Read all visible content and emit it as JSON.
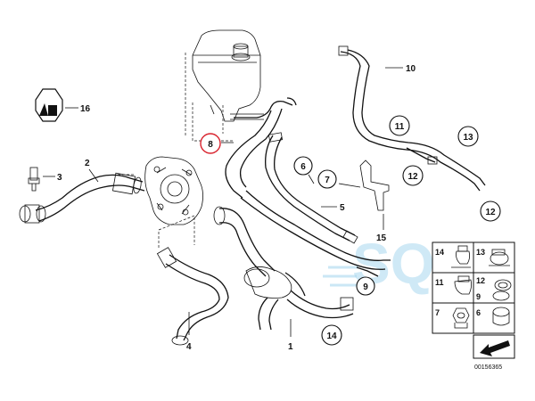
{
  "callouts": {
    "c1": "1",
    "c2": "2",
    "c3": "3",
    "c4": "4",
    "c5": "5",
    "c6": "6",
    "c7": "7",
    "c8": "8",
    "c9": "9",
    "c10": "10",
    "c11": "11",
    "c12a": "12",
    "c12b": "12",
    "c13": "13",
    "c14": "14",
    "c15": "15",
    "c16": "16"
  },
  "legend": {
    "r1a": "14",
    "r1b": "13",
    "r2a": "11",
    "r2b": "12",
    "r2c": "9",
    "r3a": "7",
    "r3b": "6"
  },
  "diagram_id": "00156365",
  "watermark": "SQ",
  "colors": {
    "line": "#111111",
    "highlight_ring": "#d9232e",
    "watermark": "#a9d8ef"
  }
}
